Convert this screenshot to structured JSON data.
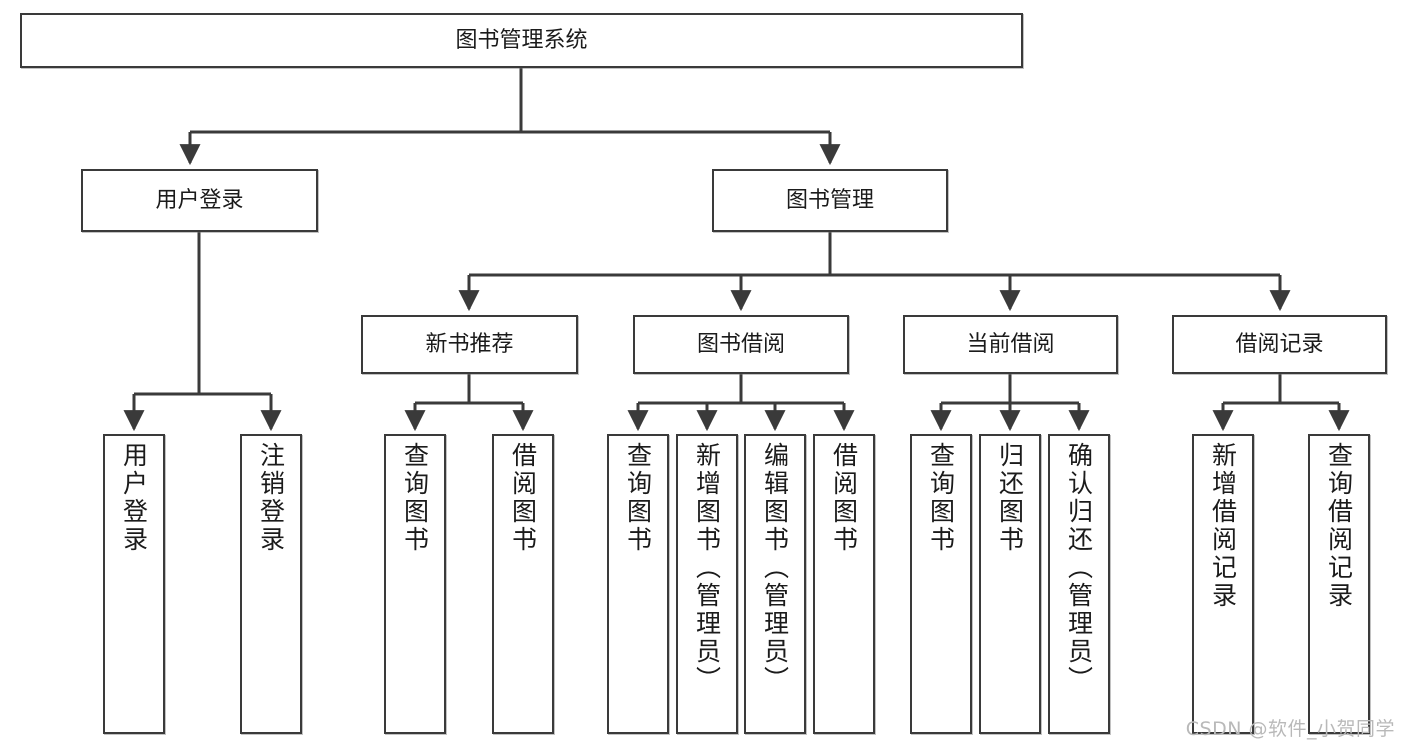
{
  "diagram": {
    "type": "tree-hierarchy",
    "title": "图书管理系统",
    "root": {
      "id": "root",
      "label": "图书管理系统",
      "level": 1,
      "orientation": "horizontal"
    },
    "level2": [
      {
        "id": "user-login",
        "label": "用户登录",
        "orientation": "horizontal"
      },
      {
        "id": "book-manage",
        "label": "图书管理",
        "orientation": "horizontal"
      }
    ],
    "level3": [
      {
        "id": "new-book-rec",
        "label": "新书推荐",
        "parent": "book-manage",
        "orientation": "horizontal"
      },
      {
        "id": "book-borrow",
        "label": "图书借阅",
        "parent": "book-manage",
        "orientation": "horizontal"
      },
      {
        "id": "current-borrow",
        "label": "当前借阅",
        "parent": "book-manage",
        "orientation": "horizontal"
      },
      {
        "id": "borrow-record",
        "label": "借阅记录",
        "parent": "book-manage",
        "orientation": "horizontal"
      }
    ],
    "leaves": [
      {
        "id": "leaf-user-login",
        "label": "用户登录",
        "parent": "user-login",
        "orientation": "vertical"
      },
      {
        "id": "leaf-logout",
        "label": "注销登录",
        "parent": "user-login",
        "orientation": "vertical"
      },
      {
        "id": "leaf-query-book-1",
        "label": "查询图书",
        "parent": "new-book-rec",
        "orientation": "vertical"
      },
      {
        "id": "leaf-borrow-book-1",
        "label": "借阅图书",
        "parent": "new-book-rec",
        "orientation": "vertical"
      },
      {
        "id": "leaf-query-book-2",
        "label": "查询图书",
        "parent": "book-borrow",
        "orientation": "vertical"
      },
      {
        "id": "leaf-add-book",
        "label": "新增图书（管理员）",
        "parent": "book-borrow",
        "orientation": "vertical"
      },
      {
        "id": "leaf-edit-book",
        "label": "编辑图书（管理员）",
        "parent": "book-borrow",
        "orientation": "vertical"
      },
      {
        "id": "leaf-borrow-book-2",
        "label": "借阅图书",
        "parent": "book-borrow",
        "orientation": "vertical"
      },
      {
        "id": "leaf-query-book-3",
        "label": "查询图书",
        "parent": "current-borrow",
        "orientation": "vertical"
      },
      {
        "id": "leaf-return-book",
        "label": "归还图书",
        "parent": "current-borrow",
        "orientation": "vertical"
      },
      {
        "id": "leaf-confirm-return",
        "label": "确认归还（管理员）",
        "parent": "current-borrow",
        "orientation": "vertical"
      },
      {
        "id": "leaf-add-record",
        "label": "新增借阅记录",
        "parent": "borrow-record",
        "orientation": "vertical"
      },
      {
        "id": "leaf-query-record",
        "label": "查询借阅记录",
        "parent": "borrow-record",
        "orientation": "vertical"
      }
    ],
    "colors": {
      "stroke": "#3a3a3a",
      "fill": "#ffffff",
      "text": "#1b1b1b",
      "watermark": "#b9b9b9"
    }
  },
  "watermark": {
    "text": "CSDN @软件_小贺同学"
  }
}
